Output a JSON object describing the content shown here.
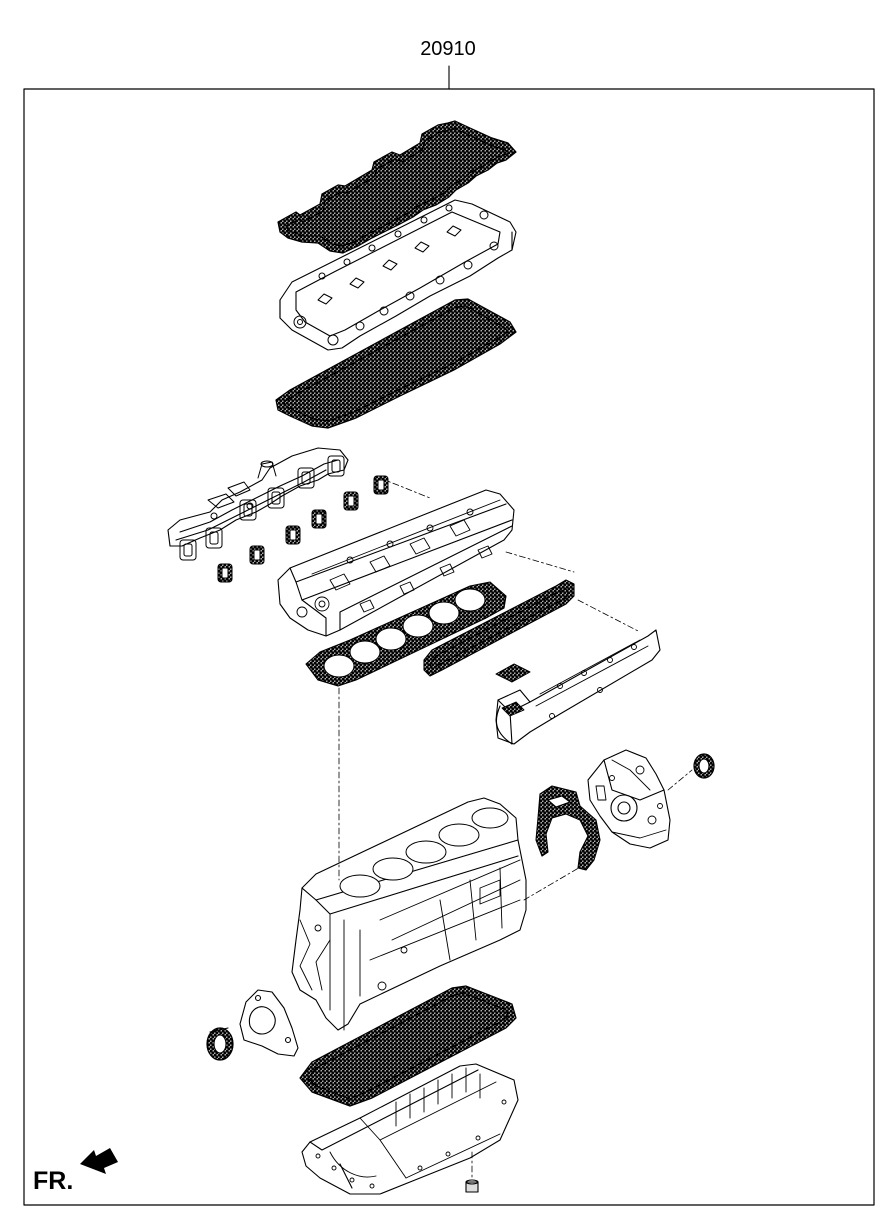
{
  "diagram": {
    "part_number": "20910",
    "front_label": "FR.",
    "colors": {
      "line": "#000000",
      "gasket_fill": "#d6d6d6",
      "background": "#ffffff"
    },
    "components": [
      "valve-cover-gasket",
      "cylinder-head-cover",
      "head-cover-lower-gasket",
      "exhaust-manifold",
      "exhaust-manifold-gasket",
      "cylinder-head",
      "cylinder-head-gasket",
      "intake-manifold-gasket",
      "intake-manifold",
      "cylinder-block",
      "front-oil-seal",
      "front-case",
      "front-case-gasket",
      "rear-oil-seal",
      "rear-seal-housing",
      "oil-pan-gasket",
      "oil-pan",
      "drain-plug"
    ]
  }
}
